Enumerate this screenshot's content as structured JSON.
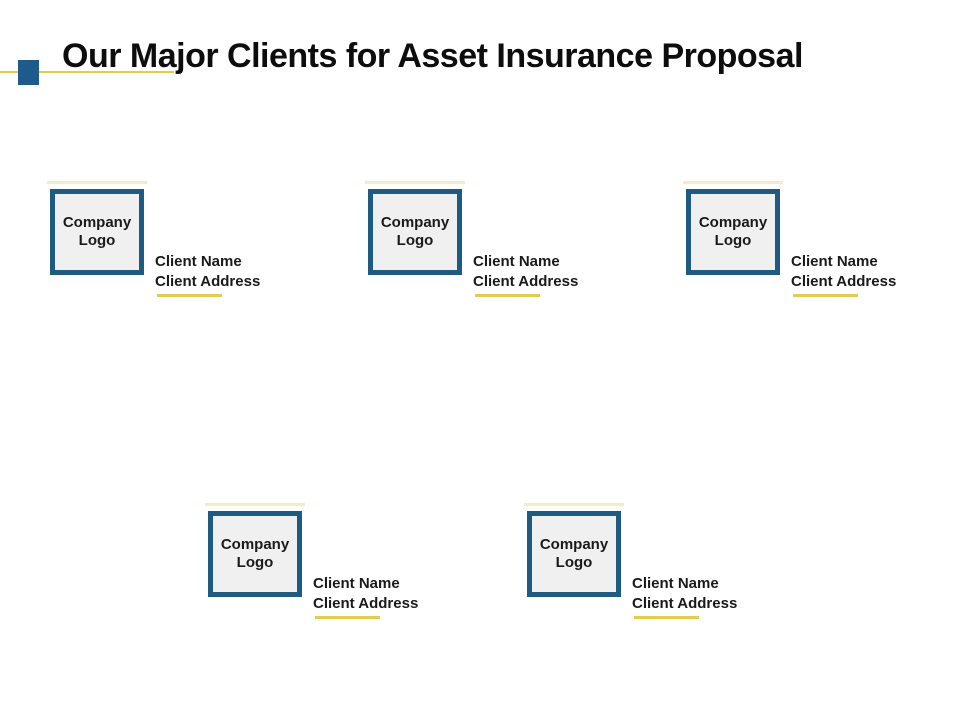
{
  "slide": {
    "title": "Our Major Clients for Asset Insurance Proposal",
    "accent_colors": {
      "blue": "#1e5a8c",
      "border_blue": "#1f5b80",
      "yellow": "#e4cb52",
      "logo_box_fill": "#f0f0f0"
    }
  },
  "clients": [
    {
      "logo_label": "Company Logo",
      "name": "Client Name",
      "address": "Client Address"
    },
    {
      "logo_label": "Company Logo",
      "name": "Client Name",
      "address": "Client Address"
    },
    {
      "logo_label": "Company Logo",
      "name": "Client Name",
      "address": "Client Address"
    },
    {
      "logo_label": "Company Logo",
      "name": "Client Name",
      "address": "Client Address"
    },
    {
      "logo_label": "Company Logo",
      "name": "Client Name",
      "address": "Client Address"
    }
  ]
}
